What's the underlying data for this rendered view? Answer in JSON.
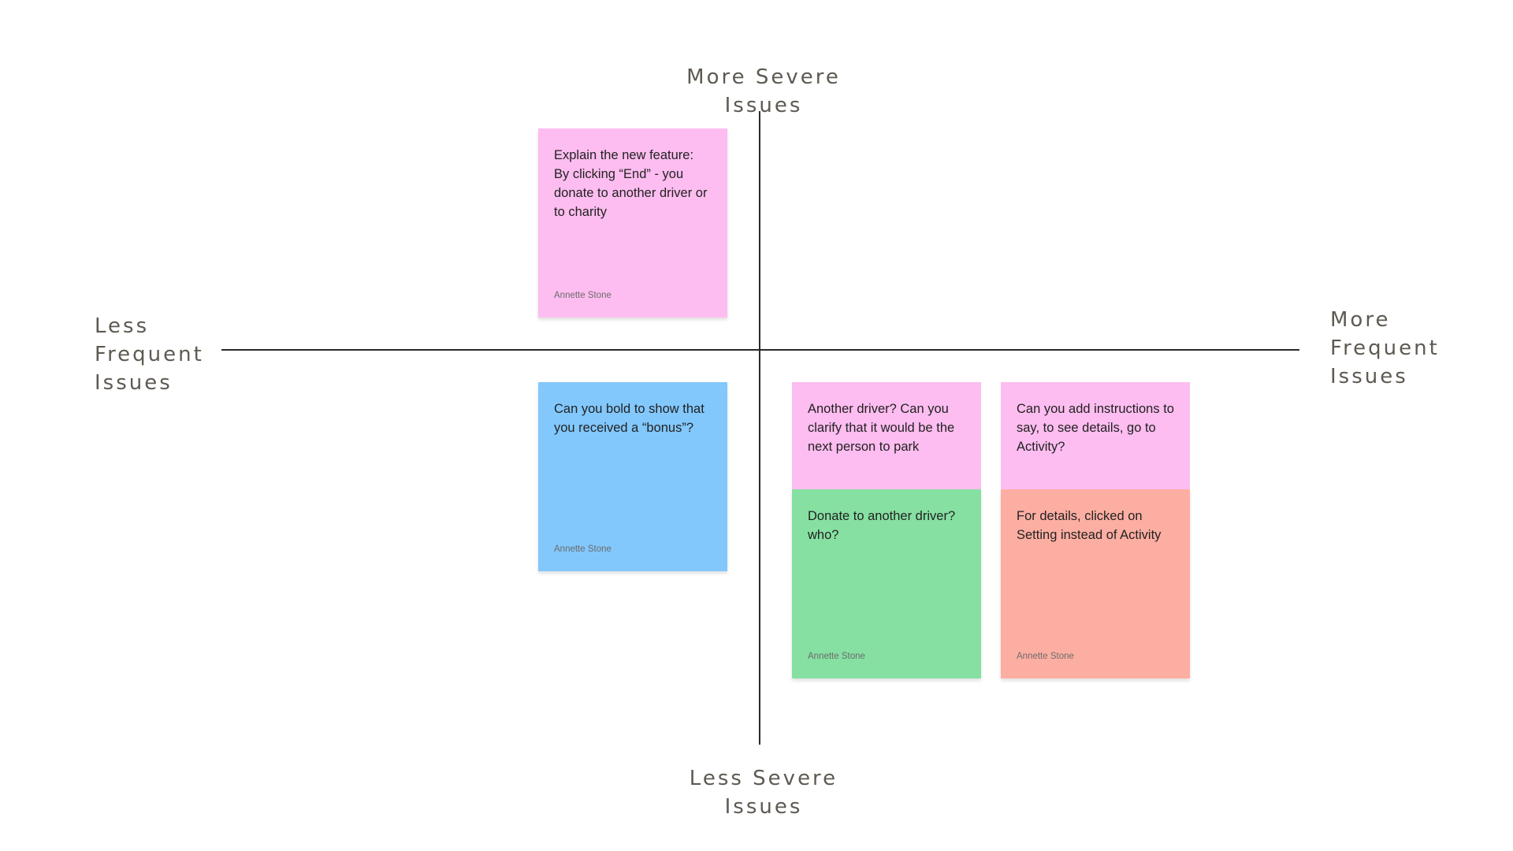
{
  "axes": {
    "top": "More Severe Issues",
    "bottom": "Less Severe Issues",
    "left": [
      "Less",
      "Frequent",
      "Issues"
    ],
    "right": [
      "More",
      "Frequent",
      "Issues"
    ]
  },
  "colors": {
    "pink": "#fdbdf0",
    "blue": "#82c8fd",
    "green": "#86e0a2",
    "salmon": "#fdaea2",
    "axis": "#2a2a2a",
    "label": "#5e5a52"
  },
  "notes": [
    {
      "text": "Explain the new feature:\nBy clicking “End” - you donate to another driver or to charity",
      "author": "Annette Stone",
      "color": "pink"
    },
    {
      "text": "Can you bold to show that you received a “bonus”?",
      "author": "Annette Stone",
      "color": "blue"
    },
    {
      "text": "Another driver? Can you clarify that it would be the next person to park",
      "author": "",
      "color": "pink"
    },
    {
      "text": "Can you add instructions to say, to see details, go to Activity?",
      "author": "",
      "color": "pink"
    },
    {
      "text": "Donate to another driver?  who?",
      "author": "Annette Stone",
      "color": "green"
    },
    {
      "text": "For details, clicked on Setting instead of Activity",
      "author": "Annette Stone",
      "color": "salmon"
    }
  ]
}
